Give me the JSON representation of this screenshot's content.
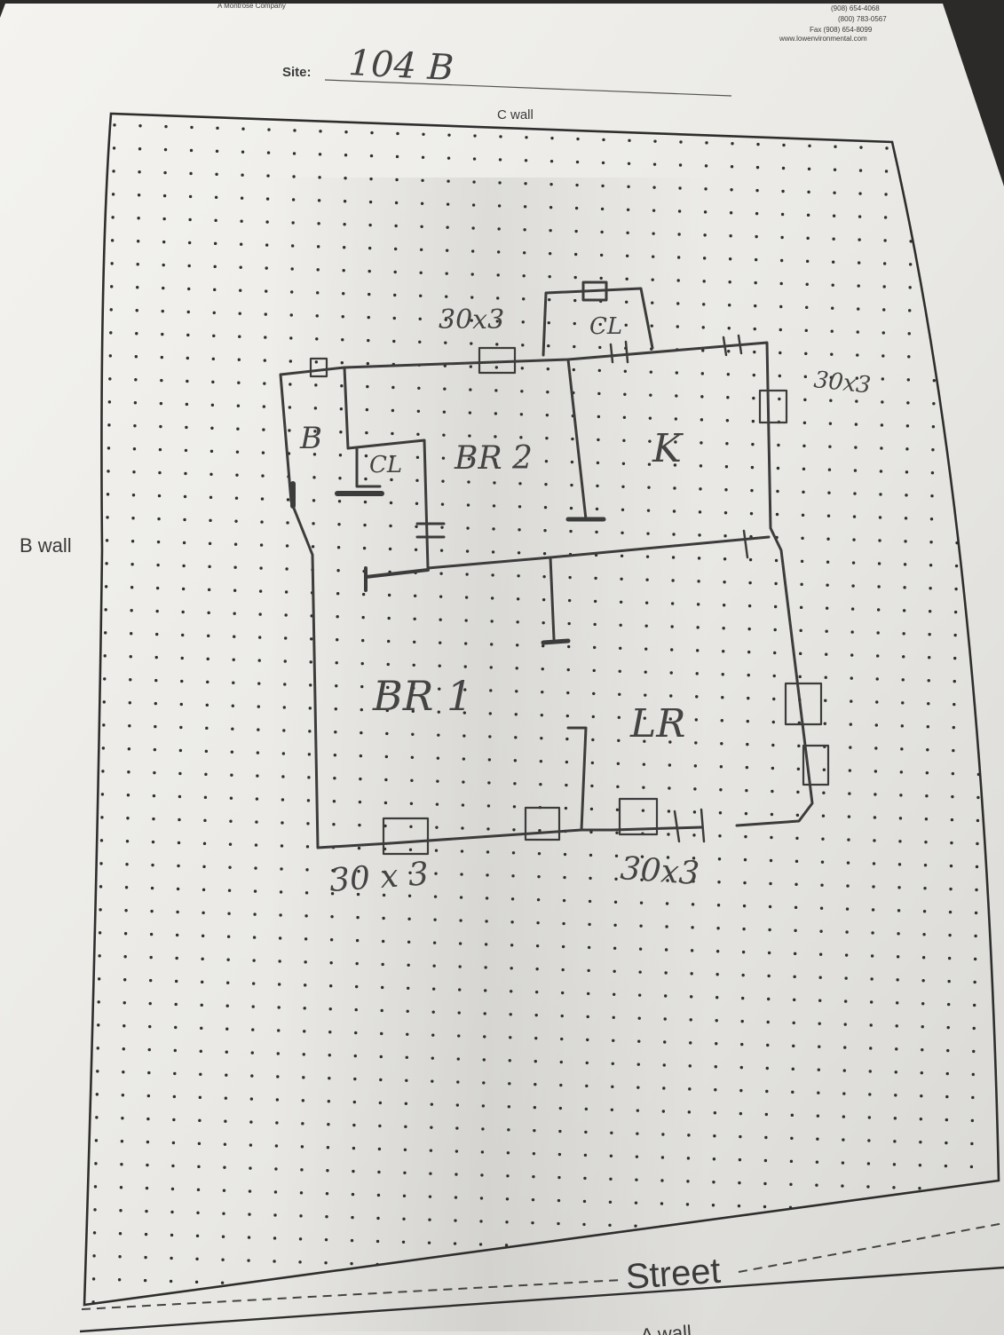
{
  "header": {
    "company_tagline": "A Montrose Company",
    "contact_lines": [
      "(908) 654-4068",
      "(800) 783-0567",
      "Fax (908) 654-8099",
      "www.lowenvironmental.com"
    ]
  },
  "site": {
    "label": "Site:",
    "value": "104 B"
  },
  "walls": {
    "top": "C wall",
    "left": "B wall",
    "bottom": "A wall"
  },
  "street": {
    "label": "Street"
  },
  "rooms": [
    {
      "id": "bathroom",
      "label": "B"
    },
    {
      "id": "bedroom-2",
      "label": "BR 2"
    },
    {
      "id": "closet-1",
      "label": "CL"
    },
    {
      "id": "closet-2",
      "label": "CL"
    },
    {
      "id": "kitchen",
      "label": "K"
    },
    {
      "id": "bedroom-1",
      "label": "BR 1"
    },
    {
      "id": "living-room",
      "label": "LR"
    }
  ],
  "window_notes": [
    {
      "id": "note-top",
      "text": "30x3"
    },
    {
      "id": "note-right",
      "text": "30x3"
    },
    {
      "id": "note-bottom-left",
      "text": "30 x 3"
    },
    {
      "id": "note-bottom-right",
      "text": "30x3"
    }
  ],
  "colors": {
    "paper": "#ecebe7",
    "ink": "#3c3c3c",
    "background": "#2b2a28",
    "grid_dot": "#2f2f2f"
  }
}
